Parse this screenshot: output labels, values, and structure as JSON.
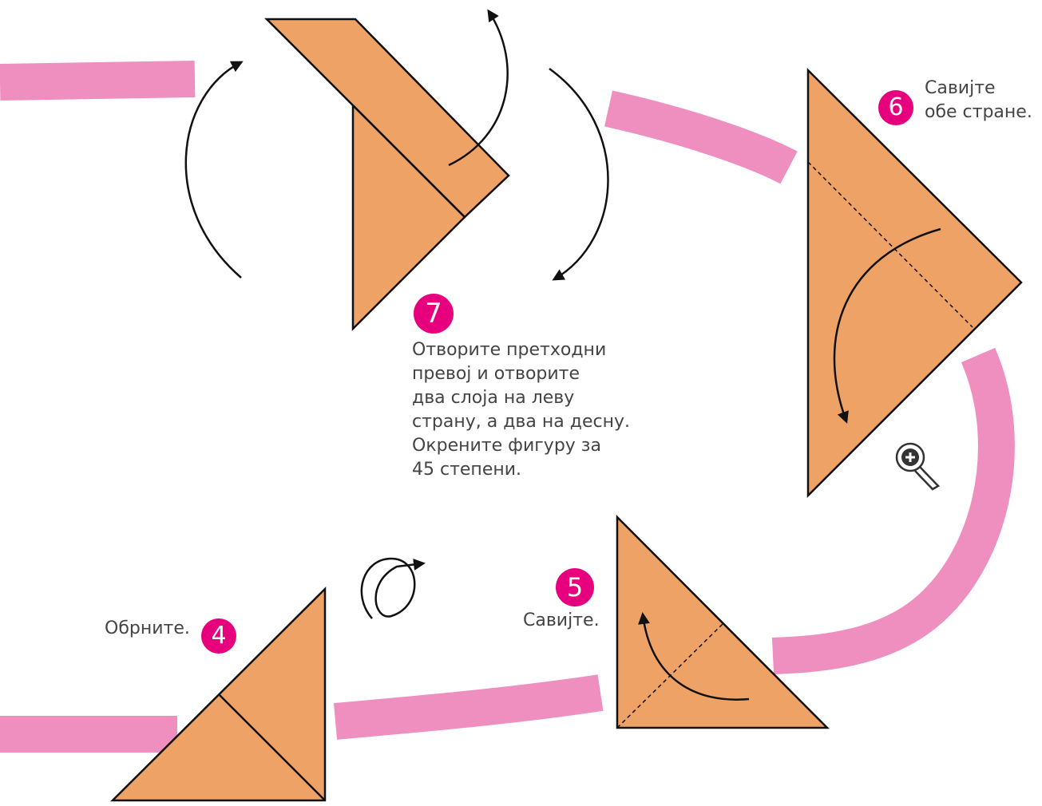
{
  "colors": {
    "paper": "#EFA266",
    "path": "#EE8FC0",
    "badge": "#E6007E",
    "line": "#111111"
  },
  "icons": [
    "magnifier-plus-icon",
    "turn-over-icon",
    "fold-arrow-icon"
  ],
  "steps": [
    {
      "number": "4",
      "text": "Обрните."
    },
    {
      "number": "5",
      "text": "Савијте."
    },
    {
      "number": "6",
      "text": "Савијте\nобе стране."
    },
    {
      "number": "7",
      "text": "Отворите претходни\nпревој и отворите\nдва слоја на леву\nстрану, а два на десну.\nОкрените фигуру за\n45 степени."
    }
  ]
}
